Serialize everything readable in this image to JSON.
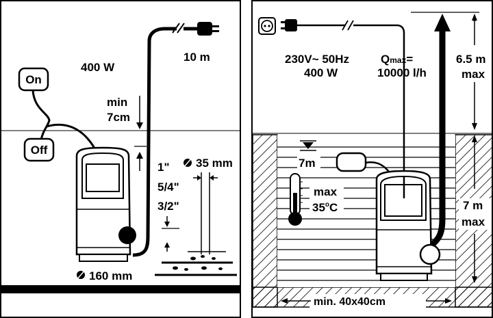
{
  "left_panel": {
    "power": "400 W",
    "cable_length": "10 m",
    "switch_on": "On",
    "switch_off": "Off",
    "min_depth_line1": "min",
    "min_depth_line2": "7cm",
    "hose_sizes": [
      "1\"",
      "5/4\"",
      "3/2\""
    ],
    "particle_size": "35 mm",
    "pump_diameter": "160 mm"
  },
  "right_panel": {
    "voltage": "230V~ 50Hz",
    "power": "400 W",
    "qmax_prefix": "Q",
    "qmax_sub": "max",
    "qmax_eq": "=",
    "qmax_value": "10000 l/h",
    "head_height": "6.5 m",
    "head_label": "max",
    "float_depth": "7m",
    "temp_max": "max",
    "temp_value": "35",
    "temp_unit": "C",
    "immersion_depth": "7 m",
    "immersion_label": "max",
    "shaft_size": "min. 40x40cm"
  }
}
